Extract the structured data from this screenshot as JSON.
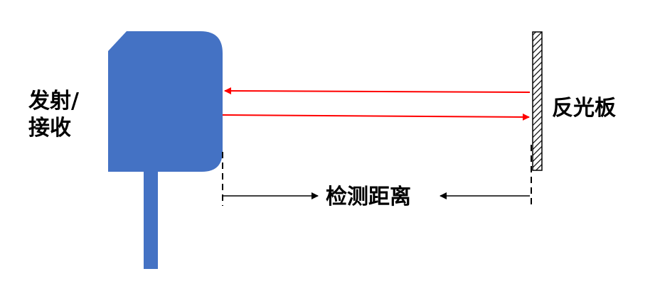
{
  "sensor": {
    "label_line1": "发射/",
    "label_line2": "接收"
  },
  "reflector": {
    "label": "反光板"
  },
  "distance": {
    "label": "检测距离"
  },
  "colors": {
    "sensor_body": "#4472c4",
    "beam": "#ff0000",
    "line": "#000000",
    "background": "#ffffff"
  },
  "icons": {
    "sensor": "sensor-body-icon",
    "reflector": "hatched-reflector-icon"
  }
}
